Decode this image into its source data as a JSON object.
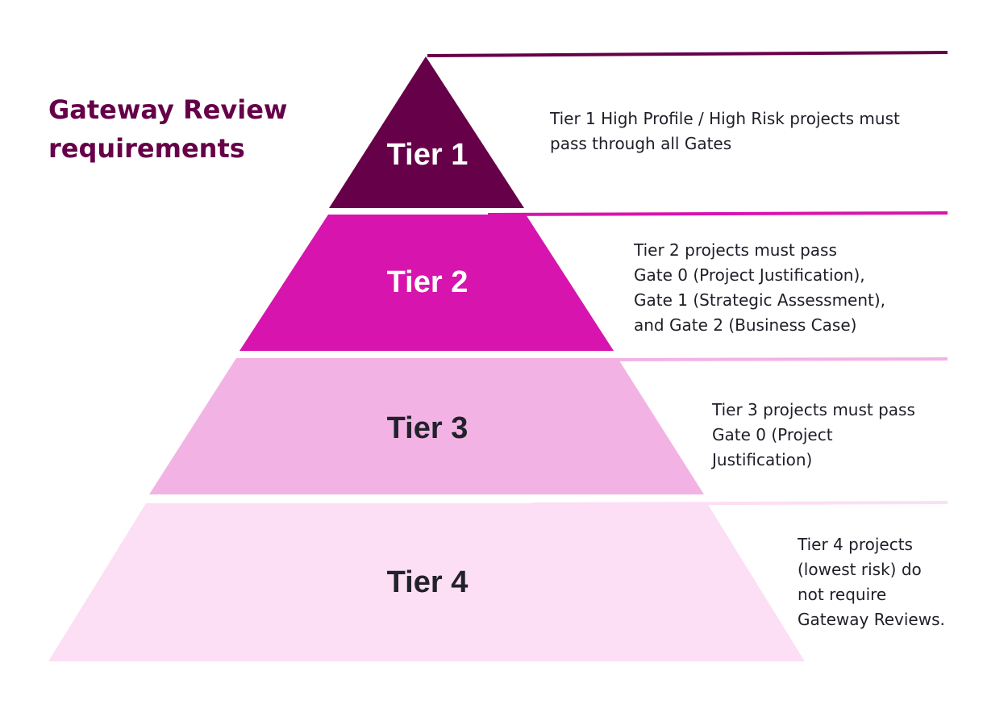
{
  "title": {
    "line1": "Gateway Review",
    "line2": "requirements"
  },
  "colors": {
    "tier1": "#660048",
    "tier2": "#d714ad",
    "tier3": "#f2b3e4",
    "tier4": "#fcdff4",
    "title": "#660048",
    "text": "#1e1e28"
  },
  "tiers": [
    {
      "label": "Tier 1",
      "description": [
        "Tier 1 High Profile / High Risk projects must",
        "pass through all Gates"
      ]
    },
    {
      "label": "Tier 2",
      "description": [
        "Tier 2 projects must pass",
        "Gate 0 (Project Justification),",
        "Gate 1 (Strategic Assessment),",
        "and Gate 2 (Business Case)"
      ]
    },
    {
      "label": "Tier 3",
      "description": [
        "Tier 3 projects must pass",
        "Gate 0 (Project",
        "Justification)"
      ]
    },
    {
      "label": "Tier 4",
      "description": [
        "Tier 4 projects",
        "(lowest risk) do",
        "not require",
        "Gateway Reviews."
      ]
    }
  ]
}
